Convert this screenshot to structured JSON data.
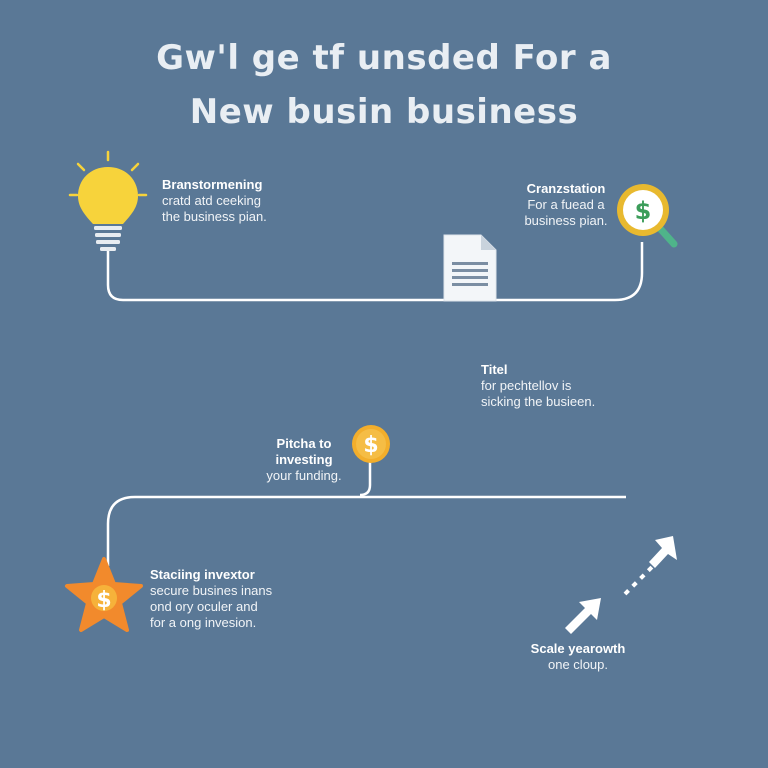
{
  "title": {
    "line1": "Gw'l ge tf unsded For a",
    "line2": "New busin business"
  },
  "steps": [
    {
      "id": "brainstorm",
      "head": "Branstormening",
      "body1": "cratd atd ceeking",
      "body2": "the business pian."
    },
    {
      "id": "organization",
      "head": "Cranzstation",
      "body1": "For a fuead a",
      "body2": "business pian."
    },
    {
      "id": "title-step",
      "head": "Titel",
      "body1": "for pechtellov is",
      "body2": "sicking the busieen."
    },
    {
      "id": "pitch",
      "head": "Pitcha to",
      "head2": "investing",
      "body1": "your funding."
    },
    {
      "id": "investor",
      "head": "Staciing invextor",
      "body1": "secure busines inans",
      "body2": "ond ory oculer and",
      "body3": "for a ong invesion."
    },
    {
      "id": "scale",
      "head": "Scale yearowth",
      "body1": "one cloup."
    }
  ],
  "icons": {
    "lightbulb": "lightbulb-icon",
    "magnifier": "magnifier-dollar-icon",
    "document": "document-icon",
    "coin": "dollar-coin-icon",
    "star": "star-dollar-icon",
    "arrows": "growth-arrows-icon",
    "dollar_glyph": "$"
  },
  "colors": {
    "background": "#5a7896",
    "line": "#ffffff",
    "bulb": "#f7d33b",
    "coin": "#f2ae2c",
    "star": "#f28a2c",
    "magnifier_ring": "#e8b92f",
    "magnifier_handle": "#4fb48a",
    "dollar_green": "#3c9d5a"
  }
}
